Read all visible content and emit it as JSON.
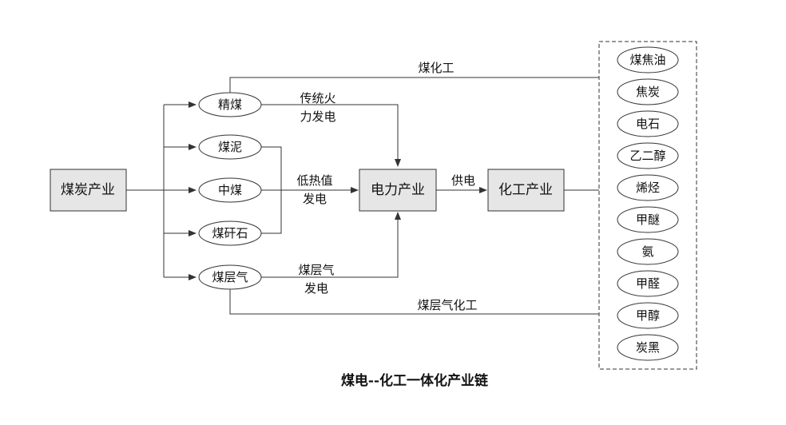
{
  "nodes": {
    "coal_industry": "煤炭产业",
    "power_industry": "电力产业",
    "chemical_industry": "化工产业"
  },
  "coal_products": {
    "fine_coal": "精煤",
    "coal_slime": "煤泥",
    "middling_coal": "中煤",
    "coal_gangue": "煤矸石",
    "coalbed_gas": "煤层气"
  },
  "chemical_products": [
    "煤焦油",
    "焦炭",
    "电石",
    "乙二醇",
    "烯烃",
    "甲醚",
    "氨",
    "甲醛",
    "甲醇",
    "炭黑"
  ],
  "edge_labels": {
    "coal_chemical": "煤化工",
    "traditional_fire_line1": "传统火",
    "traditional_fire_line2": "力发电",
    "low_heat_line1": "低热值",
    "low_heat_line2": "发电",
    "supply_power": "供电",
    "cbm_power_line1": "煤层气",
    "cbm_power_line2": "发电",
    "cbm_chemical": "煤层气化工"
  },
  "caption": "煤电--化工一体化产业链"
}
